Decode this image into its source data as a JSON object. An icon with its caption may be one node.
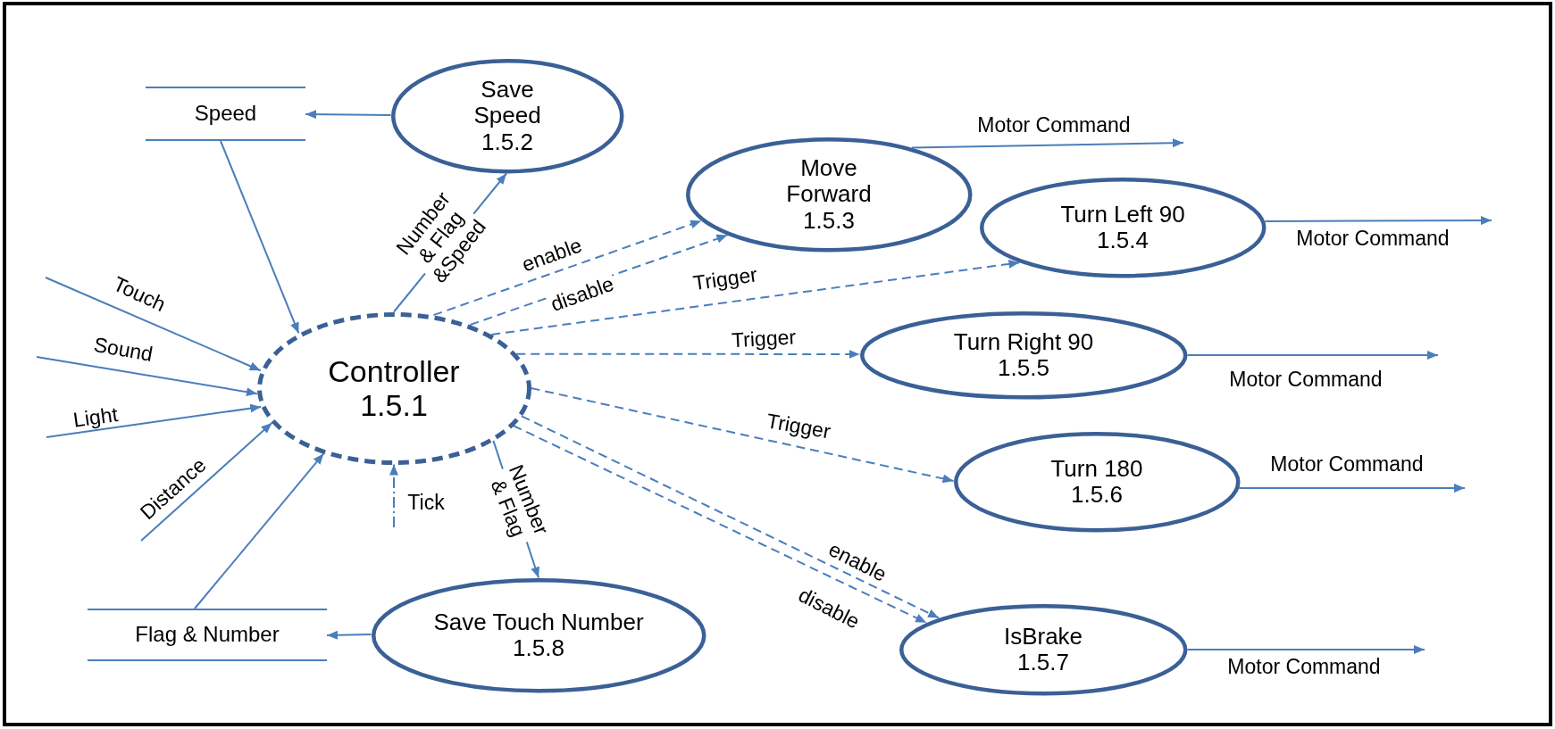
{
  "diagram": {
    "nodes": [
      {
        "text": [
          "Speed"
        ]
      },
      {
        "text": [
          "Save Speed",
          "1.5.2"
        ]
      },
      {
        "text": [
          "Move Forward",
          "1.5.3"
        ]
      },
      {
        "text": [
          "Turn Left 90",
          "1.5.4"
        ]
      },
      {
        "text": [
          "Controller",
          "1.5.1"
        ]
      },
      {
        "text": [
          "Turn Right 90",
          "1.5.5"
        ]
      },
      {
        "text": [
          "Turn 180",
          "1.5.6"
        ]
      },
      {
        "text": [
          "Flag & Number"
        ]
      },
      {
        "text": [
          "Save Touch Number",
          "1.5.8"
        ]
      },
      {
        "text": [
          "IsBrake",
          "1.5.7"
        ]
      }
    ],
    "edges": [
      {
        "from": null,
        "to": 4,
        "arrow": "to",
        "label": "Touch"
      },
      {
        "from": null,
        "to": 4,
        "arrow": "to",
        "label": "Sound"
      },
      {
        "from": null,
        "to": 4,
        "arrow": "to",
        "label": "Light"
      },
      {
        "from": null,
        "to": 4,
        "arrow": "to",
        "label": "Distance"
      },
      {
        "from": 7,
        "to": 4,
        "arrow": "to"
      },
      {
        "from": null,
        "to": 4,
        "arrow": "to",
        "label": "Tick",
        "style": "dashed"
      },
      {
        "from": 0,
        "to": 4,
        "arrow": "to"
      },
      {
        "from": 1,
        "to": 0,
        "arrow": "to"
      },
      {
        "from": 4,
        "to": 1,
        "arrow": "to",
        "label": "Number & Flag &Speed"
      },
      {
        "from": 4,
        "to": 2,
        "arrow": "to",
        "label": "enable",
        "style": "dashed"
      },
      {
        "from": 4,
        "to": 2,
        "arrow": "to",
        "label": "disable",
        "style": "dashed"
      },
      {
        "from": 4,
        "to": 3,
        "arrow": "to",
        "label": "Trigger",
        "style": "dashed"
      },
      {
        "from": 4,
        "to": 5,
        "arrow": "to",
        "label": "Trigger",
        "style": "dashed"
      },
      {
        "from": 4,
        "to": 6,
        "arrow": "to",
        "label": "Trigger",
        "style": "dashed"
      },
      {
        "from": 4,
        "to": 9,
        "arrow": "to",
        "label": "enable",
        "style": "dashed"
      },
      {
        "from": 4,
        "to": 9,
        "arrow": "to",
        "label": "disable",
        "style": "dashed"
      },
      {
        "from": 4,
        "to": 8,
        "arrow": "to",
        "label": "Number & Flag"
      },
      {
        "from": 8,
        "to": 7,
        "arrow": "to"
      },
      {
        "from": 2,
        "to": null,
        "arrow": "to",
        "label": "Motor Command"
      },
      {
        "from": 3,
        "to": null,
        "arrow": "to",
        "label": "Motor Command"
      },
      {
        "from": 5,
        "to": null,
        "arrow": "to",
        "label": "Motor Command"
      },
      {
        "from": 6,
        "to": null,
        "arrow": "to",
        "label": "Motor Command"
      },
      {
        "from": 9,
        "to": null,
        "arrow": "to",
        "label": "Motor Command"
      }
    ]
  }
}
